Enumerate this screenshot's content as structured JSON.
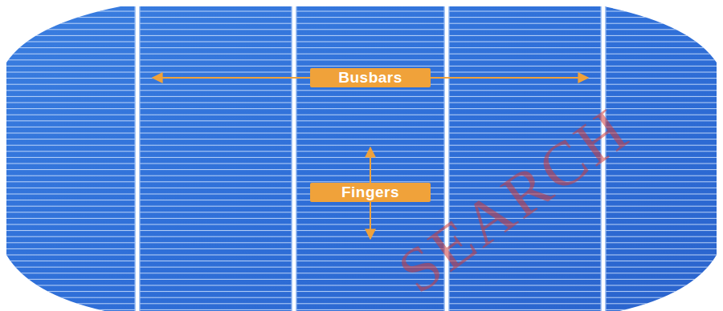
{
  "diagram": {
    "nodes": [
      {
        "text": [
          "Busbars"
        ]
      },
      {
        "text": [
          "Fingers"
        ]
      }
    ],
    "labels": [
      "SEARCH"
    ]
  }
}
